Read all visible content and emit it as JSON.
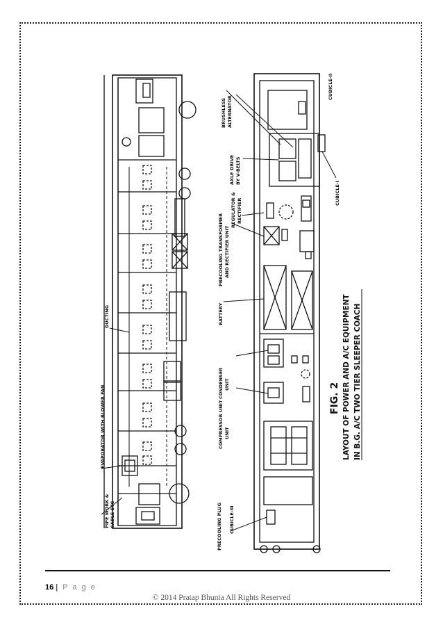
{
  "figure": {
    "fig_number": "FIG. 2",
    "caption_line1": "LAYOUT OF POWER AND A/C EQUIPMENT",
    "caption_line2": "IN B.G. A/C TWO TIER SLEEPER COACH",
    "labels": {
      "pipe_work": "PIPE WORK &",
      "cable_etc": "CABLE ETC",
      "evaporator": "EVAPORATOR WITH BLOWER FAN",
      "ducting": "DUCTING",
      "precooling_plug": "PRECOOLING PLUG",
      "cubicle_iii": "CUBICLE-III",
      "compressor_unit_1": "COMPRESSOR UNIT",
      "compressor_unit_2": "UNIT",
      "condenser_unit_1": "CONDENSER",
      "condenser_unit_2": "UNIT",
      "battery": "BATTERY",
      "precooling_transformer_1": "PRECOOLING TRANSFORMER",
      "precooling_transformer_2": "AND RECTIFIER UNIT",
      "regulator_1": "REGULATOR &",
      "regulator_2": "RECTIFIER",
      "axle_drive_1": "AXLE DRIVE",
      "axle_drive_2": "BY V-BELTS",
      "brushless_1": "BRUSHLESS",
      "brushless_2": "ALTERNATOR",
      "cubicle_i": "CUBICLE-I",
      "cubicle_ii": "CUBICLE-II"
    }
  },
  "footer": {
    "page_number": "16",
    "separator": "|",
    "page_word": "P a g e",
    "copyright": "© 2014 Pratap Bhunia All Rights Reserved"
  }
}
